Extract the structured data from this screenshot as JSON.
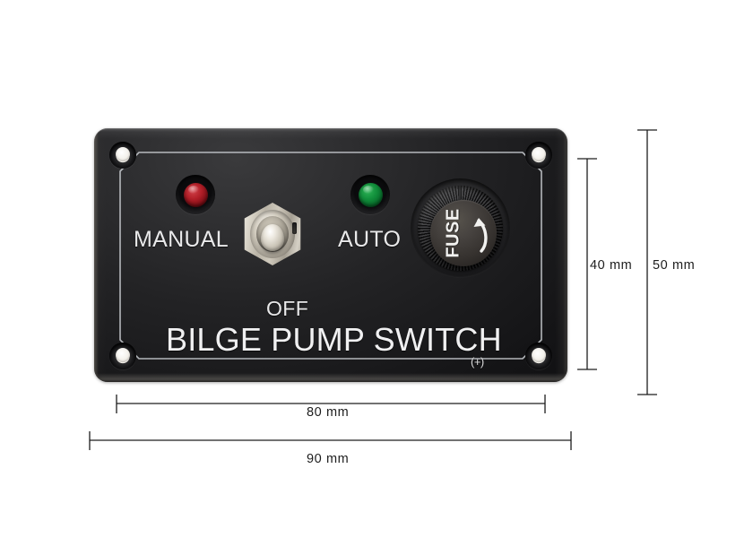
{
  "product": {
    "title": "BILGE PUMP SWITCH",
    "panel": {
      "label_manual": "MANUAL",
      "label_auto": "AUTO",
      "label_off": "OFF",
      "label_title": "BILGE PUMP SWITCH",
      "fuse_label": "FUSE",
      "electrical_mark": "(+)",
      "colors": {
        "body": "#232325",
        "silkscreen": "#e9e9ea",
        "led_manual": "#b21f28",
        "led_auto": "#12903c",
        "toggle_metal": "#d9d4c8",
        "fuse_cap": "#474340"
      }
    },
    "controls": {
      "led_manual": {
        "name": "MANUAL",
        "color": "red",
        "state": "off"
      },
      "led_auto": {
        "name": "AUTO",
        "color": "green",
        "state": "off"
      },
      "toggle": {
        "name": "OFF",
        "type": "3-position toggle",
        "position": "center"
      },
      "fuse": {
        "name": "FUSE",
        "type": "screw-in fuse holder",
        "turn_direction": "counter-clockwise"
      }
    }
  },
  "dimensions": {
    "height_inner": "40 mm",
    "height_outer": "50 mm",
    "width_inner": "80 mm",
    "width_outer": "90 mm"
  }
}
